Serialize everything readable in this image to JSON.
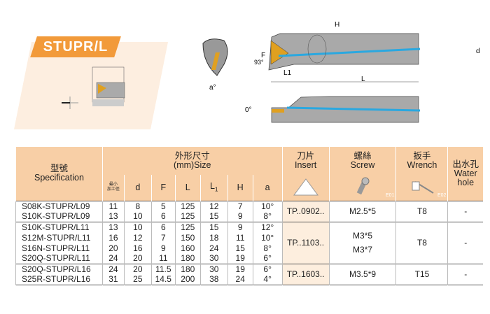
{
  "title": "STUPR/L",
  "diagram": {
    "labels": {
      "H": "H",
      "d": "d",
      "F": "F",
      "angle": "93°",
      "L1": "L1",
      "L": "L",
      "a": "a°",
      "zero": "0°"
    }
  },
  "table": {
    "headers": {
      "spec_cn": "型號",
      "spec_en": "Specification",
      "size_cn": "外形尺寸",
      "size_en": "(mm)Size",
      "insert_cn": "刀片",
      "insert_en": "Insert",
      "screw_cn": "螺絲",
      "screw_en": "Screw",
      "wrench_cn": "扳手",
      "wrench_en": "Wrench",
      "water_cn": "出水孔",
      "water_en1": "Water",
      "water_en2": "hole",
      "min_cn1": "最小",
      "min_cn2": "加工徑",
      "d": "d",
      "F": "F",
      "L": "L",
      "L1": "L",
      "L1sub": "1",
      "H": "H",
      "a": "a",
      "screw_code": "E01",
      "wrench_code": "E02"
    },
    "rows": [
      [
        "S08K-STUPR/L09",
        "11",
        "8",
        "5",
        "125",
        "12",
        "7",
        "10°"
      ],
      [
        "S10K-STUPR/L09",
        "13",
        "10",
        "6",
        "125",
        "15",
        "9",
        "8°"
      ],
      [
        "S10K-STUPR/L11",
        "13",
        "10",
        "6",
        "125",
        "15",
        "9",
        "12°"
      ],
      [
        "S12M-STUPR/L11",
        "16",
        "12",
        "7",
        "150",
        "18",
        "11",
        "10°"
      ],
      [
        "S16N-STUPR/L11",
        "20",
        "16",
        "9",
        "160",
        "24",
        "15",
        "8°"
      ],
      [
        "S20Q-STUPR/L11",
        "24",
        "20",
        "11",
        "180",
        "30",
        "19",
        "6°"
      ],
      [
        "S20Q-STUPR/L16",
        "24",
        "20",
        "11.5",
        "180",
        "30",
        "19",
        "6°"
      ],
      [
        "S25R-STUPR/L16",
        "31",
        "25",
        "14.5",
        "200",
        "38",
        "24",
        "4°"
      ]
    ],
    "groups": [
      {
        "insert": "TP..0902..",
        "screw": [
          "M2.5*5"
        ],
        "wrench": "T8",
        "water": "-"
      },
      {
        "insert": "TP..1103..",
        "screw": [
          "M3*5",
          "M3*7"
        ],
        "wrench": "T8",
        "water": "-"
      },
      {
        "insert": "TP..1603..",
        "screw": [
          "M3.5*9"
        ],
        "wrench": "T15",
        "water": "-"
      }
    ]
  }
}
